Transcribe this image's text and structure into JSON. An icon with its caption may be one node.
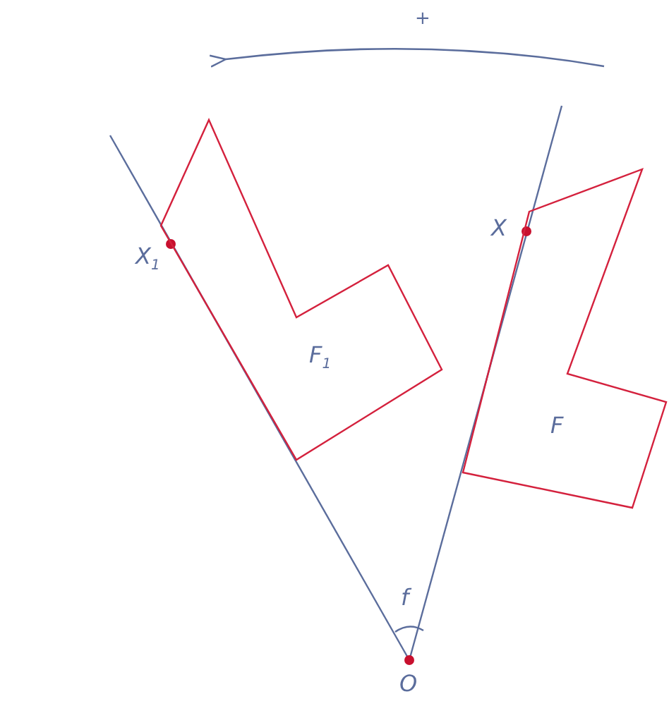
{
  "diagram": {
    "nodes": [
      {
        "text": [
          "F$_{1}$"
        ]
      },
      {
        "text": [
          "F"
        ]
      }
    ],
    "labels": [
      "+",
      "X$_{1}$",
      "X",
      "f",
      "O"
    ]
  }
}
